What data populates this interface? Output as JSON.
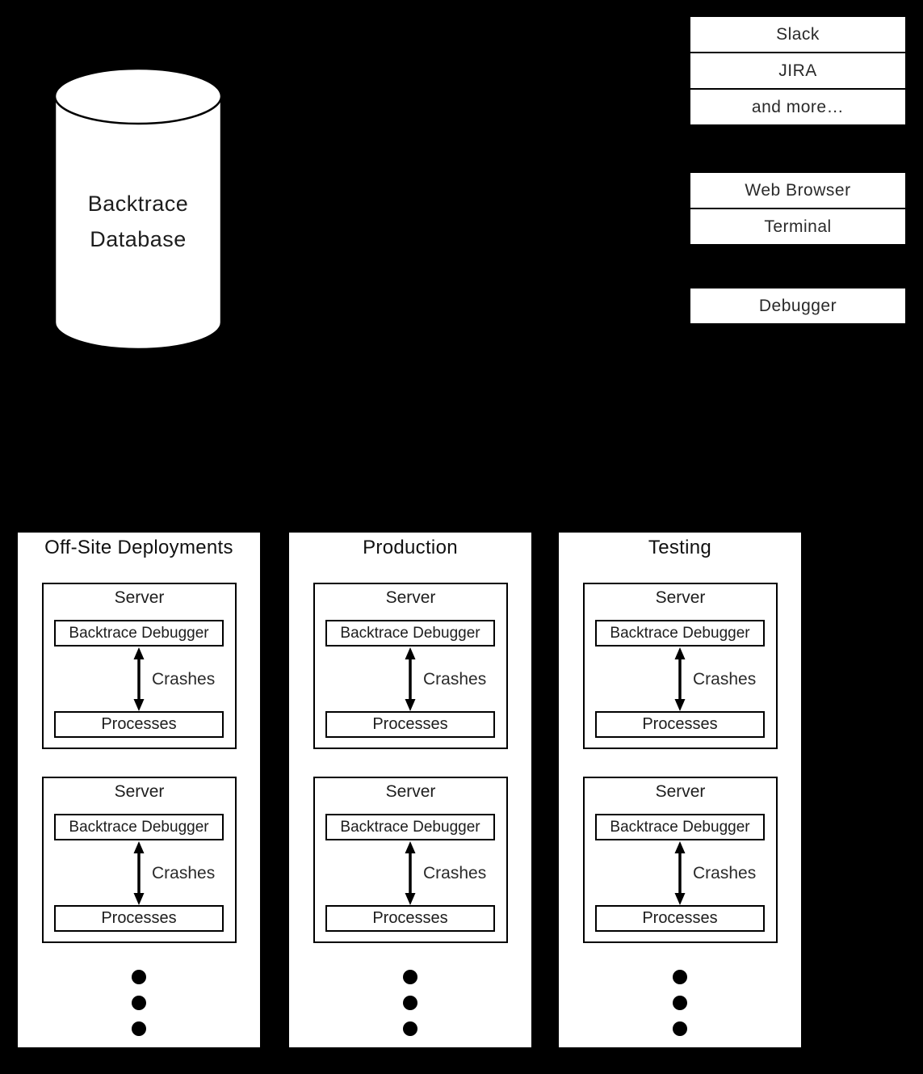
{
  "database": {
    "label_line1": "Backtrace",
    "label_line2": "Database"
  },
  "right_boxes": {
    "integrations": [
      "Slack",
      "JIRA",
      "and more…"
    ],
    "clients": [
      "Web Browser",
      "Terminal"
    ],
    "tools": [
      "Debugger"
    ]
  },
  "columns": [
    {
      "title": "Off-Site Deployments",
      "servers": [
        {
          "label": "Server",
          "debugger": "Backtrace Debugger",
          "arrow_label": "Crashes",
          "processes": "Processes"
        },
        {
          "label": "Server",
          "debugger": "Backtrace Debugger",
          "arrow_label": "Crashes",
          "processes": "Processes"
        }
      ]
    },
    {
      "title": "Production",
      "servers": [
        {
          "label": "Server",
          "debugger": "Backtrace Debugger",
          "arrow_label": "Crashes",
          "processes": "Processes"
        },
        {
          "label": "Server",
          "debugger": "Backtrace Debugger",
          "arrow_label": "Crashes",
          "processes": "Processes"
        }
      ]
    },
    {
      "title": "Testing",
      "servers": [
        {
          "label": "Server",
          "debugger": "Backtrace Debugger",
          "arrow_label": "Crashes",
          "processes": "Processes"
        },
        {
          "label": "Server",
          "debugger": "Backtrace Debugger",
          "arrow_label": "Crashes",
          "processes": "Processes"
        }
      ]
    }
  ],
  "colors": {
    "background": "#000000",
    "panel_fill": "#ffffff",
    "stroke": "#000000",
    "text": "#1d1d1d"
  }
}
